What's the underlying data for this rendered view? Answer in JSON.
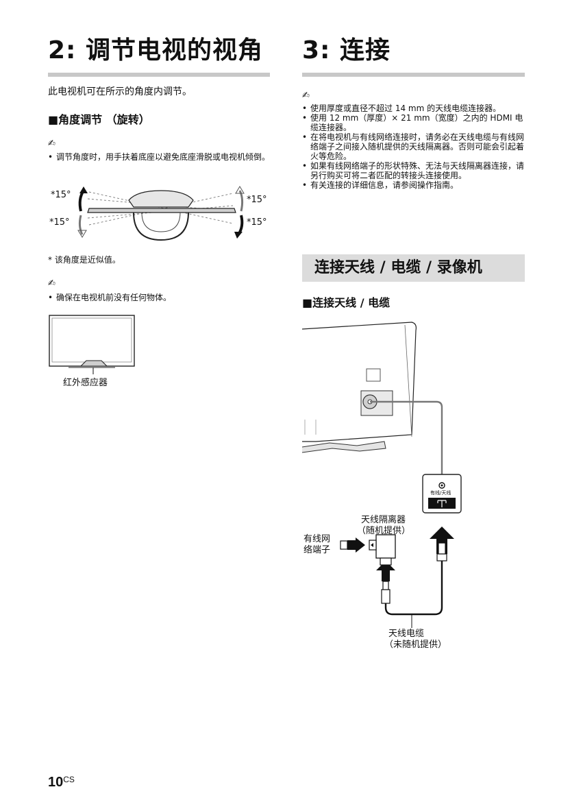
{
  "left": {
    "title": "2: 调节电视的视角",
    "intro": "此电视机可在所示的角度内调节。",
    "angle_heading": "■角度调节 （旋转）",
    "note_icon": "✍",
    "notes1": [
      "调节角度时，用手扶着底座以避免底座滑脱或电视机倾倒。"
    ],
    "angle_labels": {
      "top_left": "*15°",
      "bottom_left": "*15°",
      "top_right": "*15°",
      "bottom_right": "*15°"
    },
    "approx_note": "*  该角度是近似值。",
    "notes2": [
      "确保在电视机前没有任何物体。"
    ],
    "ir_sensor_label": "红外感应器"
  },
  "right": {
    "title": "3: 连接",
    "note_icon": "✍",
    "notes": [
      "使用厚度或直径不超过 14 mm 的天线电缆连接器。",
      "使用 12 mm（厚度）× 21 mm（宽度）之内的 HDMI 电缆连接器。",
      "在将电视机与有线网络连接时，请务必在天线电缆与有线网络端子之间接入随机提供的天线隔离器。否则可能会引起着火等危险。",
      "如果有线网络端子的形状特殊、无法与天线隔离器连接，请另行购买可将二者匹配的转接头连接使用。",
      "有关连接的详细信息，请参阅操作指南。"
    ],
    "section_title": "连接天线 / 电缆 / 录像机",
    "sub_heading": "■连接天线 / 电缆",
    "diagram": {
      "port_label": "有线/天线",
      "isolator_label_1": "天线隔离器",
      "isolator_label_2": "（随机提供）",
      "cable_network_1": "有线网",
      "cable_network_2": "络端子",
      "antenna_cable_1": "天线电缆",
      "antenna_cable_2": "（未随机提供）"
    }
  },
  "footer": {
    "page_number": "10",
    "page_suffix": "CS"
  }
}
